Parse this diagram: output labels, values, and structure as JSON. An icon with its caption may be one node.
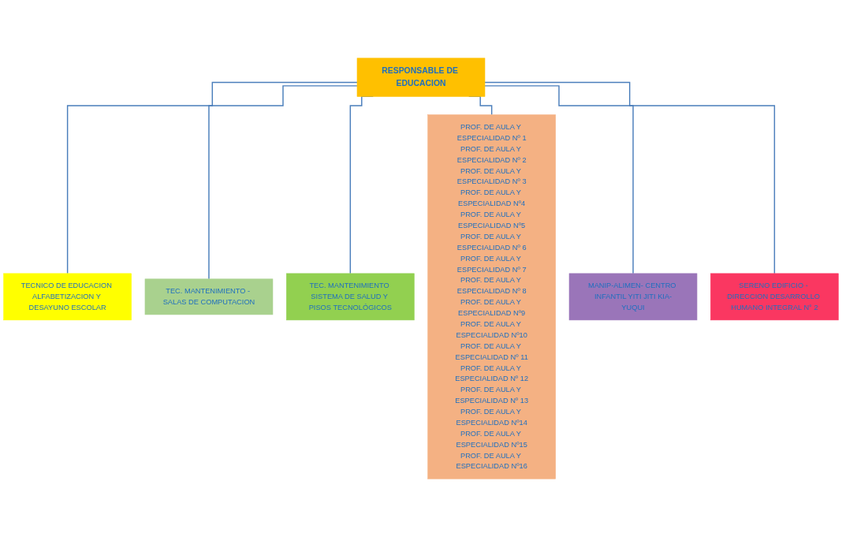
{
  "diagram": {
    "nodes": [
      {
        "text": [
          "RESPONSABLE DE EDUCACION"
        ]
      },
      {
        "text": [
          "TECNICO DE EDUCACION ALFABETIZACION Y DESAYUNO ESCOLAR"
        ]
      },
      {
        "text": [
          "TEC. MANTENIMIENTO - SALAS DE COMPUTACION"
        ]
      },
      {
        "text": [
          "TEC. MANTENIMIENTO SISTEMA DE SALUD Y PISOS TECNOLÓGICOS"
        ]
      },
      {
        "text": [
          "PROF. DE AULA Y ESPECIALIDAD Nº 1",
          "PROF. DE AULA Y ESPECIALIDAD Nº 2",
          "PROF. DE AULA Y ESPECIALIDAD Nº 3",
          "PROF. DE AULA Y ESPECIALIDAD Nº4",
          "PROF. DE AULA Y ESPECIALIDAD Nº5",
          "PROF. DE AULA Y ESPECIALIDAD Nº 6",
          "PROF. DE AULA Y ESPECIALIDAD Nº 7",
          "PROF. DE AULA Y ESPECIALIDAD Nº 8",
          "PROF. DE AULA Y ESPECIALIDAD Nº9",
          "PROF. DE AULA Y ESPECIALIDAD Nº10",
          "PROF. DE AULA Y ESPECIALIDAD Nº 11",
          "PROF. DE AULA Y ESPECIALIDAD Nº 12",
          "PROF. DE AULA Y ESPECIALIDAD Nº 13",
          "PROF. DE AULA Y ESPECIALIDAD Nº14",
          "PROF. DE AULA Y ESPECIALIDAD Nº15",
          "PROF. DE AULA Y ESPECIALIDAD Nº16"
        ]
      },
      {
        "text": [
          "MANIP-ALIMEN- CENTRO INFANTIL YITI JITI KIA-YUQUI"
        ]
      },
      {
        "text": [
          "SERENO EDIFICIO - DIRECCION DESARROLLO HUMANO INTEGRAL N° 2"
        ]
      }
    ],
    "edges": [
      {
        "from": 0,
        "to": 1,
        "arrow": "none"
      },
      {
        "from": 0,
        "to": 2,
        "arrow": "none"
      },
      {
        "from": 0,
        "to": 3,
        "arrow": "none"
      },
      {
        "from": 0,
        "to": 4,
        "arrow": "none"
      },
      {
        "from": 0,
        "to": 5,
        "arrow": "none"
      },
      {
        "from": 0,
        "to": 6,
        "arrow": "none"
      }
    ]
  }
}
